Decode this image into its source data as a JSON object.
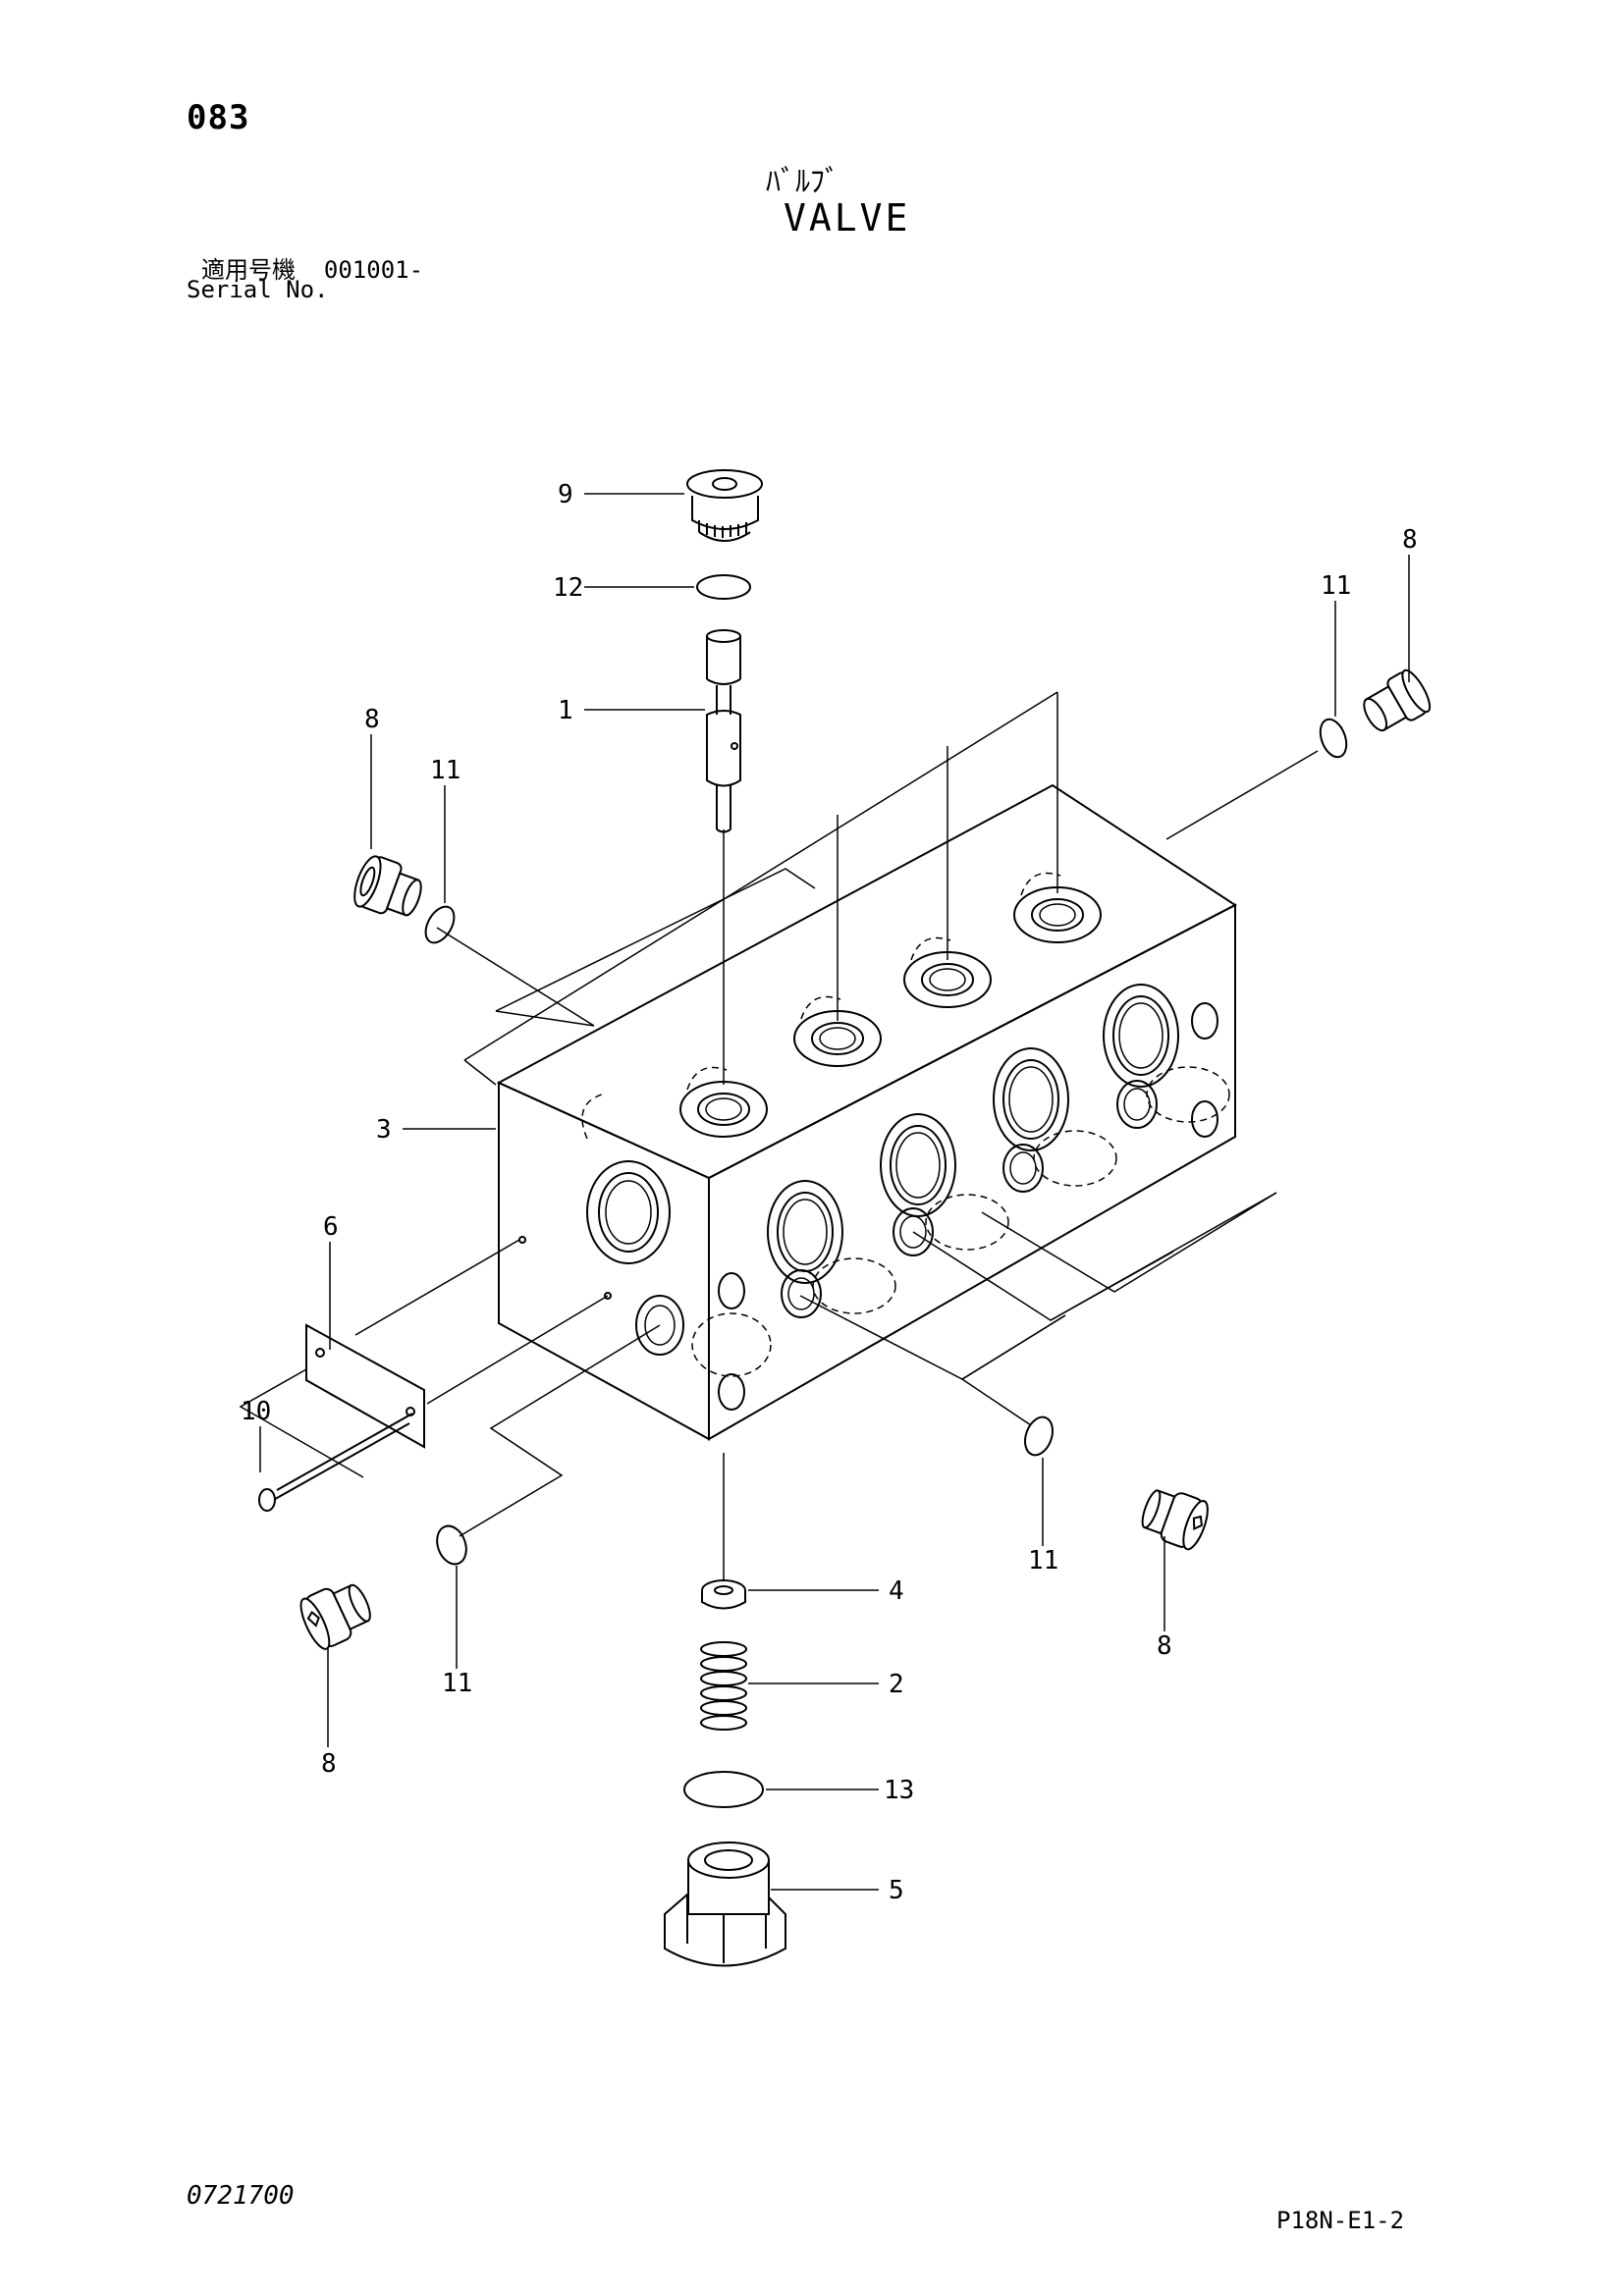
{
  "header": {
    "page_number": "083",
    "title_jp": "ﾊﾞﾙﾌﾞ",
    "title_en": "VALVE"
  },
  "serial": {
    "label_jp": "適用号機",
    "value": "001001-",
    "label_en": "Serial No."
  },
  "footer": {
    "drawing_number": "0721700",
    "sheet_id": "P18N-E1-2"
  },
  "callouts": [
    {
      "id": "callout-9",
      "label": "9"
    },
    {
      "id": "callout-12",
      "label": "12"
    },
    {
      "id": "callout-1",
      "label": "1"
    },
    {
      "id": "callout-8-top-right",
      "label": "8"
    },
    {
      "id": "callout-11-top-right",
      "label": "11"
    },
    {
      "id": "callout-8-left",
      "label": "8"
    },
    {
      "id": "callout-11-left",
      "label": "11"
    },
    {
      "id": "callout-3",
      "label": "3"
    },
    {
      "id": "callout-6",
      "label": "6"
    },
    {
      "id": "callout-10",
      "label": "10"
    },
    {
      "id": "callout-11-bottom-left",
      "label": "11"
    },
    {
      "id": "callout-8-bottom-left",
      "label": "8"
    },
    {
      "id": "callout-4",
      "label": "4"
    },
    {
      "id": "callout-2",
      "label": "2"
    },
    {
      "id": "callout-13",
      "label": "13"
    },
    {
      "id": "callout-5",
      "label": "5"
    },
    {
      "id": "callout-11-bottom-right",
      "label": "11"
    },
    {
      "id": "callout-8-bottom-right",
      "label": "8"
    }
  ]
}
